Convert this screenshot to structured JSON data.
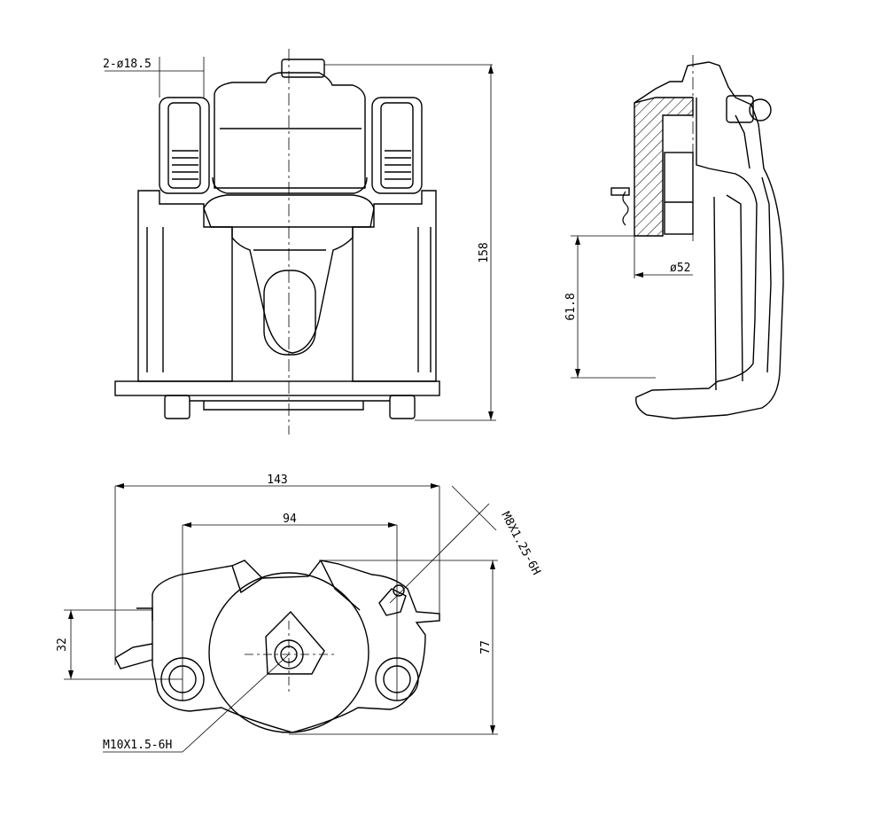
{
  "front_view": {
    "pin_bore_label": "2-ø18.5",
    "height_label": "158"
  },
  "side_view": {
    "piston_label": "ø52",
    "center_height_label": "61.8"
  },
  "bottom_view": {
    "overall_width_label": "143",
    "mount_spacing_label": "94",
    "bleeder_thread_label": "M8X1.25-6H",
    "left_height_label": "32",
    "right_height_label": "77",
    "inlet_thread_label": "M10X1.5-6H"
  }
}
